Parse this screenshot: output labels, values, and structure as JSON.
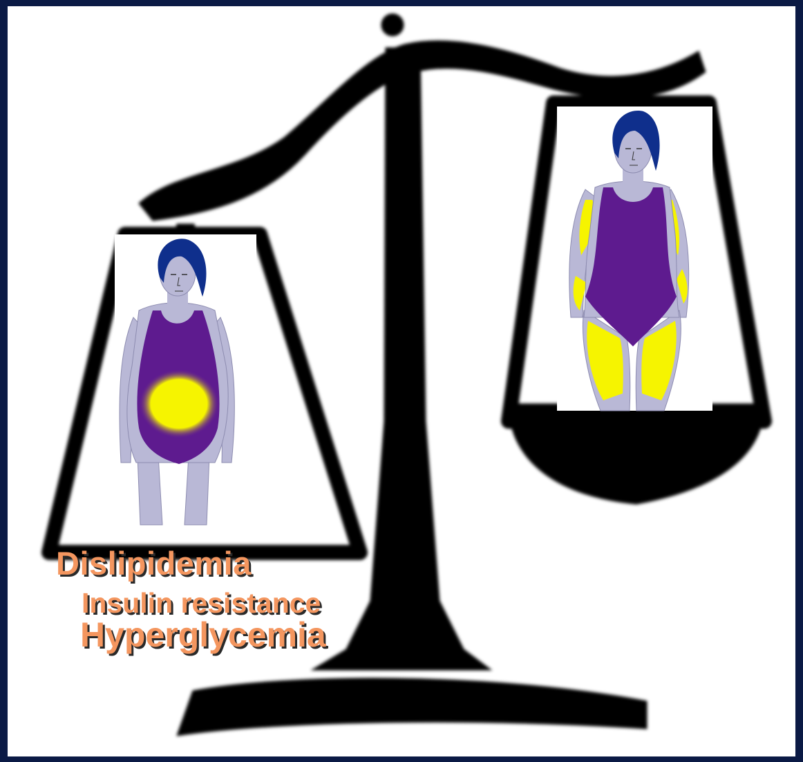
{
  "colors": {
    "background": "#0b1a45",
    "slide": "#ffffff",
    "scale": "#000000",
    "label_text": "#f4965f",
    "label_shadow": "#2a2a2a",
    "swimsuit": "#5e1b8f",
    "skin": "#b9b8d6",
    "hair": "#0f2f8c",
    "fat": "#f6f400"
  },
  "figures": {
    "left": {
      "icon": "apple-shaped-woman-icon",
      "fat_distribution": "abdominal"
    },
    "right": {
      "icon": "pear-shaped-woman-icon",
      "fat_distribution": "hips-thighs-arms"
    }
  },
  "labels": {
    "dislipidemia": "Dislipidemia",
    "insulin_resistance": "Insulin resistance",
    "hyperglycemia": "Hyperglycemia"
  }
}
